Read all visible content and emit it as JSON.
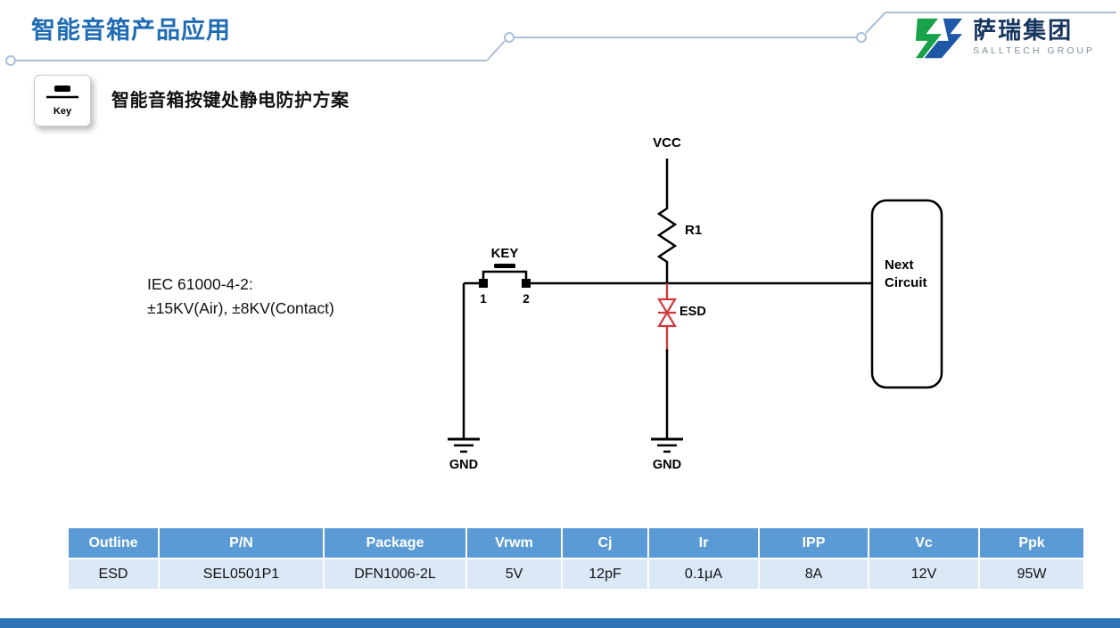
{
  "page": {
    "title": "智能音箱产品应用",
    "section_title": "智能音箱按键处静电防护方案",
    "key_icon_label": "Key"
  },
  "logo": {
    "name": "萨瑞集团",
    "subtitle": "SALLTECH GROUP"
  },
  "circuit": {
    "vcc_label": "VCC",
    "r1_label": "R1",
    "key_label": "KEY",
    "pin1": "1",
    "pin2": "2",
    "esd_label": "ESD",
    "gnd_left": "GND",
    "gnd_right": "GND",
    "next_circuit": "Next Circuit",
    "iec_line1": "IEC 61000-4-2:",
    "iec_line2": "±15KV(Air), ±8KV(Contact)"
  },
  "table": {
    "headers": [
      "Outline",
      "P/N",
      "Package",
      "Vrwm",
      "Cj",
      "Ir",
      "IPP",
      "Vc",
      "Ppk"
    ],
    "rows": [
      [
        "ESD",
        "SEL0501P1",
        "DFN1006-2L",
        "5V",
        "12pF",
        "0.1μA",
        "8A",
        "12V",
        "95W"
      ]
    ]
  },
  "colors": {
    "accent_blue": "#1f6cb5",
    "table_header_bg": "#5b9bd5",
    "table_row_bg": "#dbe9f7",
    "esd_red": "#cf3a3a",
    "footer_bar": "#2e74b5",
    "logo_green": "#19a24a",
    "logo_blue": "#1d57a6"
  }
}
